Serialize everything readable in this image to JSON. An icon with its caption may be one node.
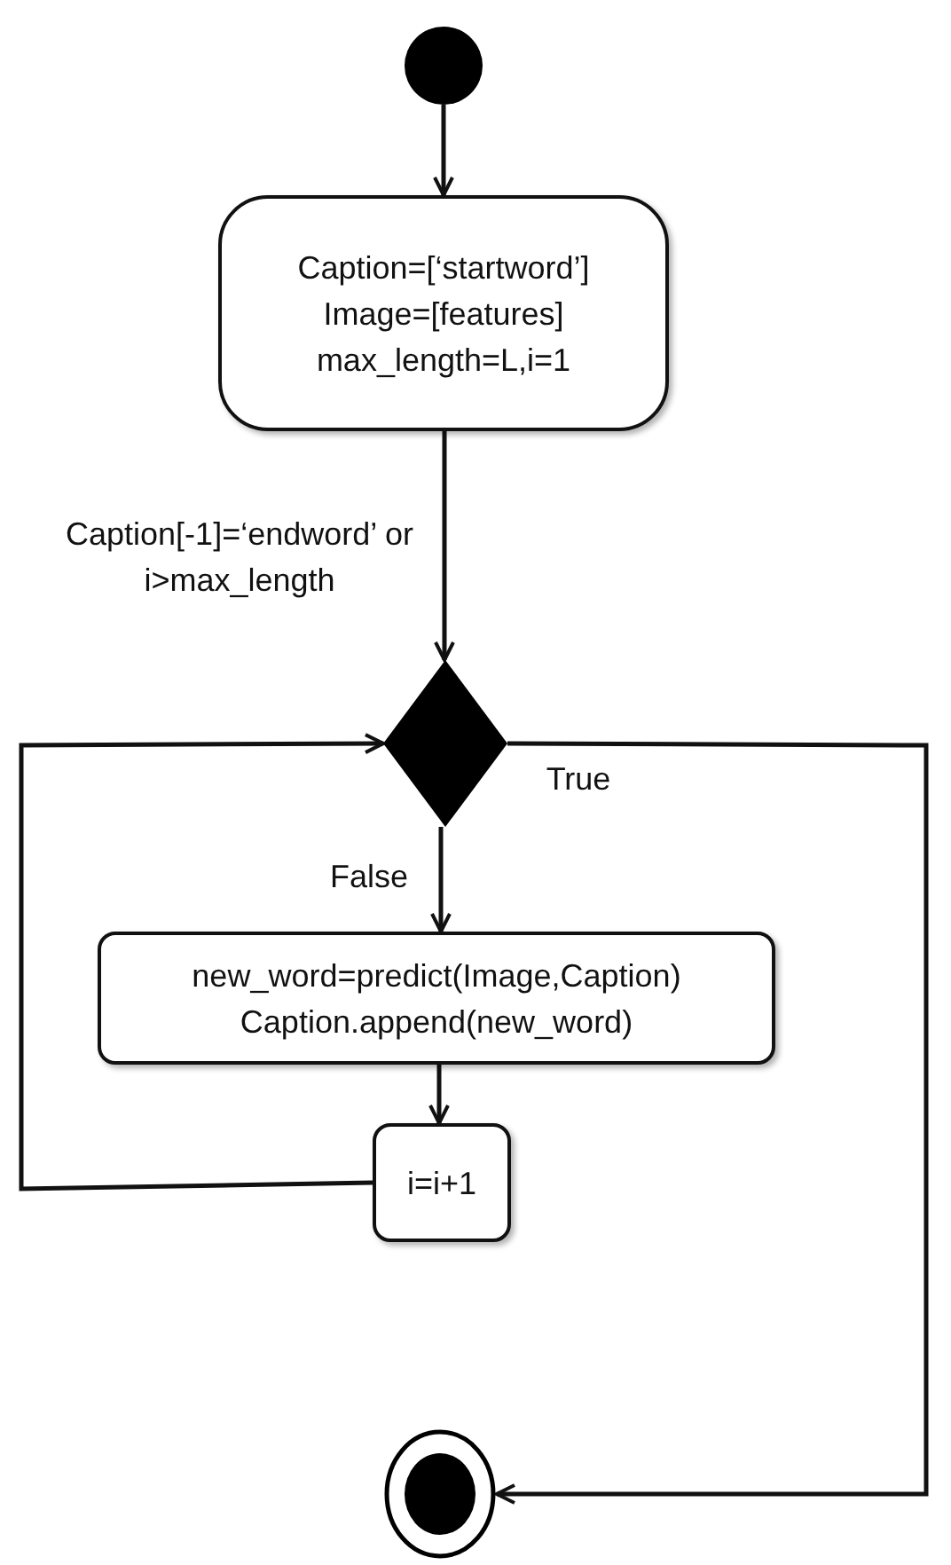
{
  "diagram": {
    "nodes": [
      {
        "text": [],
        "shape": "circle"
      },
      {
        "text": [
          "Caption=[‘startword’]",
          "Image=[features]",
          "max_length=L,i=1"
        ]
      },
      {
        "text": [],
        "shape": "diamond"
      },
      {
        "text": [
          "new_word=predict(Image,Caption)",
          "Caption.append(new_word)"
        ]
      },
      {
        "text": [
          "i=i+1"
        ]
      },
      {
        "text": [],
        "shape": "bullseye"
      }
    ],
    "edges": [
      {
        "from": 0,
        "to": 1,
        "arrow": "to"
      },
      {
        "from": 1,
        "to": 2,
        "arrow": "to",
        "label": "Caption[-1]=‘endword’ or i>max_length"
      },
      {
        "from": 2,
        "to": 3,
        "arrow": "to",
        "label": "False"
      },
      {
        "from": 3,
        "to": 4,
        "arrow": "to"
      },
      {
        "from": 4,
        "to": 2,
        "arrow": "to"
      },
      {
        "from": 2,
        "to": 5,
        "arrow": "to",
        "label": "True"
      }
    ]
  }
}
